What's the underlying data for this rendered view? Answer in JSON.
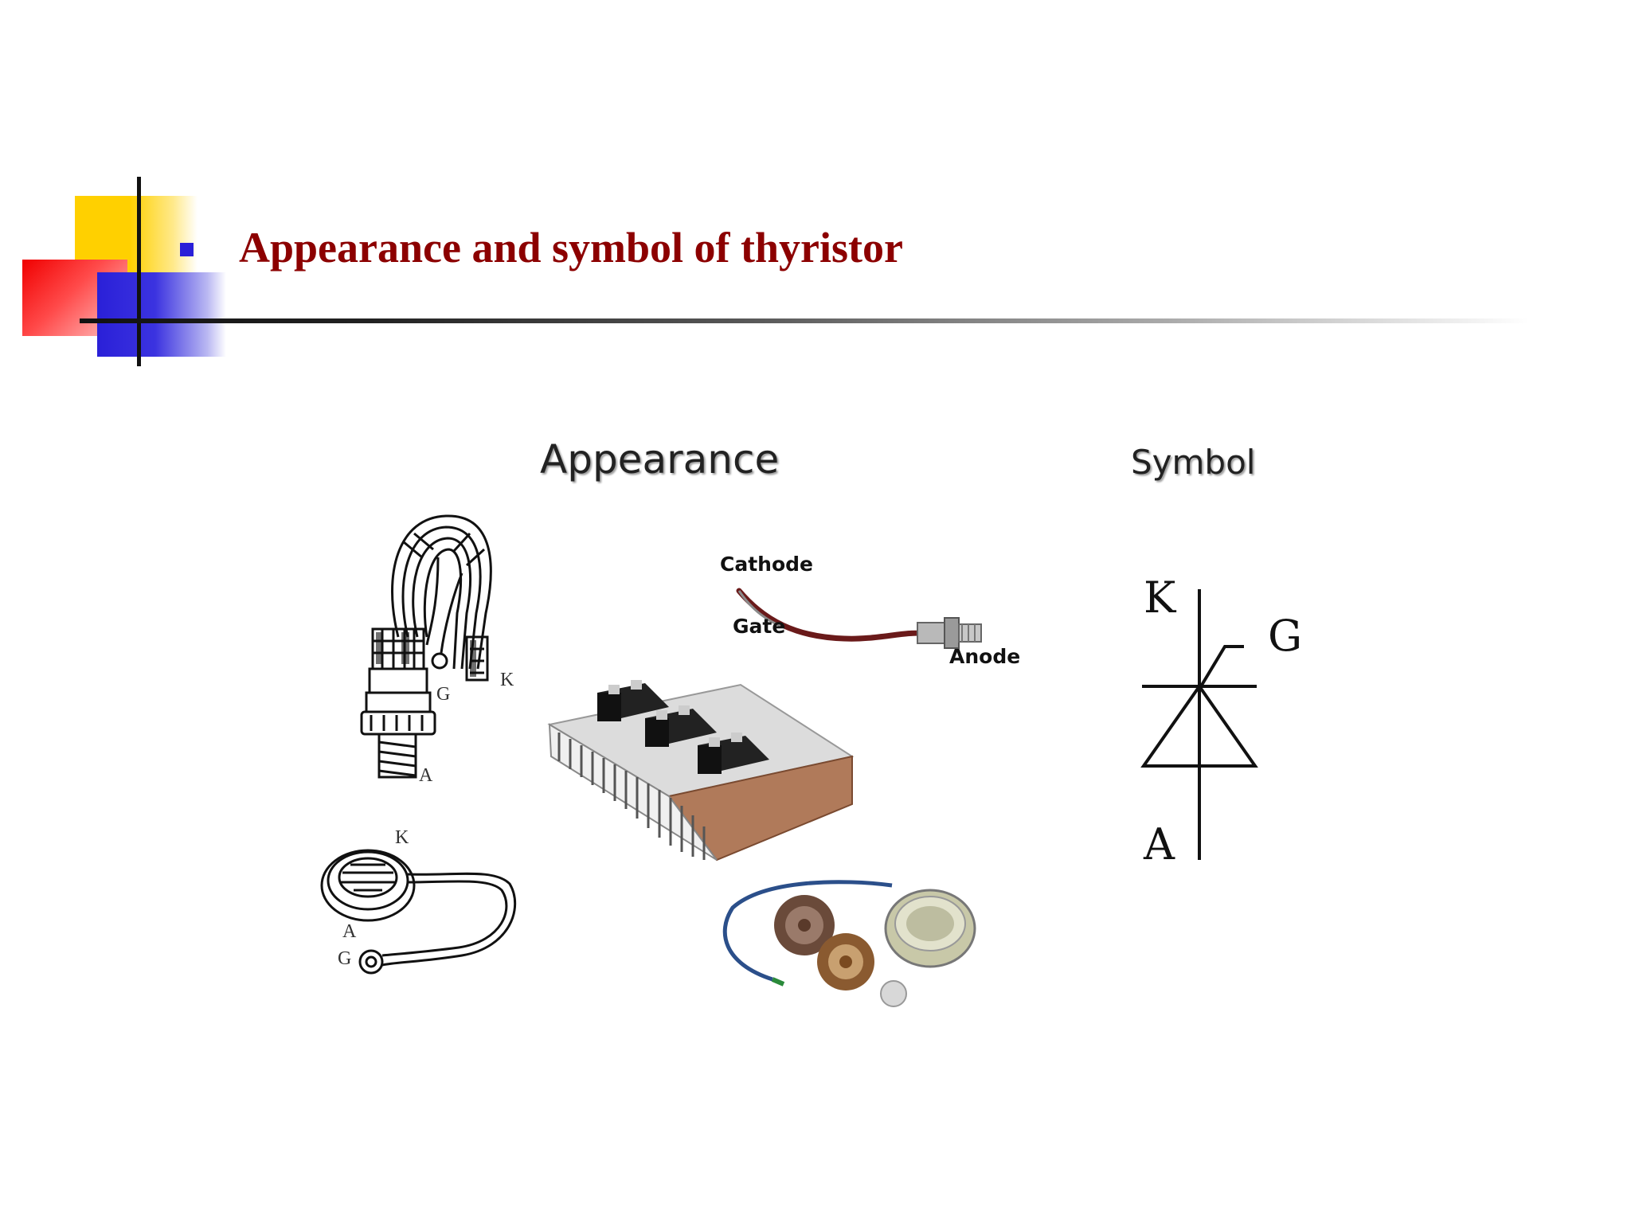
{
  "slide": {
    "title": "Appearance and symbol of thyristor"
  },
  "appearance": {
    "heading": "Appearance",
    "stud_sketch": {
      "labels": [
        "G",
        "K",
        "A"
      ]
    },
    "disc_sketch": {
      "labels": [
        "K",
        "A",
        "G"
      ]
    },
    "stud_photo": {
      "labels": [
        "Cathode",
        "Gate",
        "Anode"
      ]
    }
  },
  "symbol": {
    "heading": "Symbol",
    "terminals": [
      "K",
      "G",
      "A"
    ]
  },
  "colors": {
    "title": "#8c0000",
    "bullet": "#2a20d8",
    "logo_yellow": "#ffd000",
    "logo_red": "#f00000",
    "logo_blue": "#2a20d8"
  }
}
